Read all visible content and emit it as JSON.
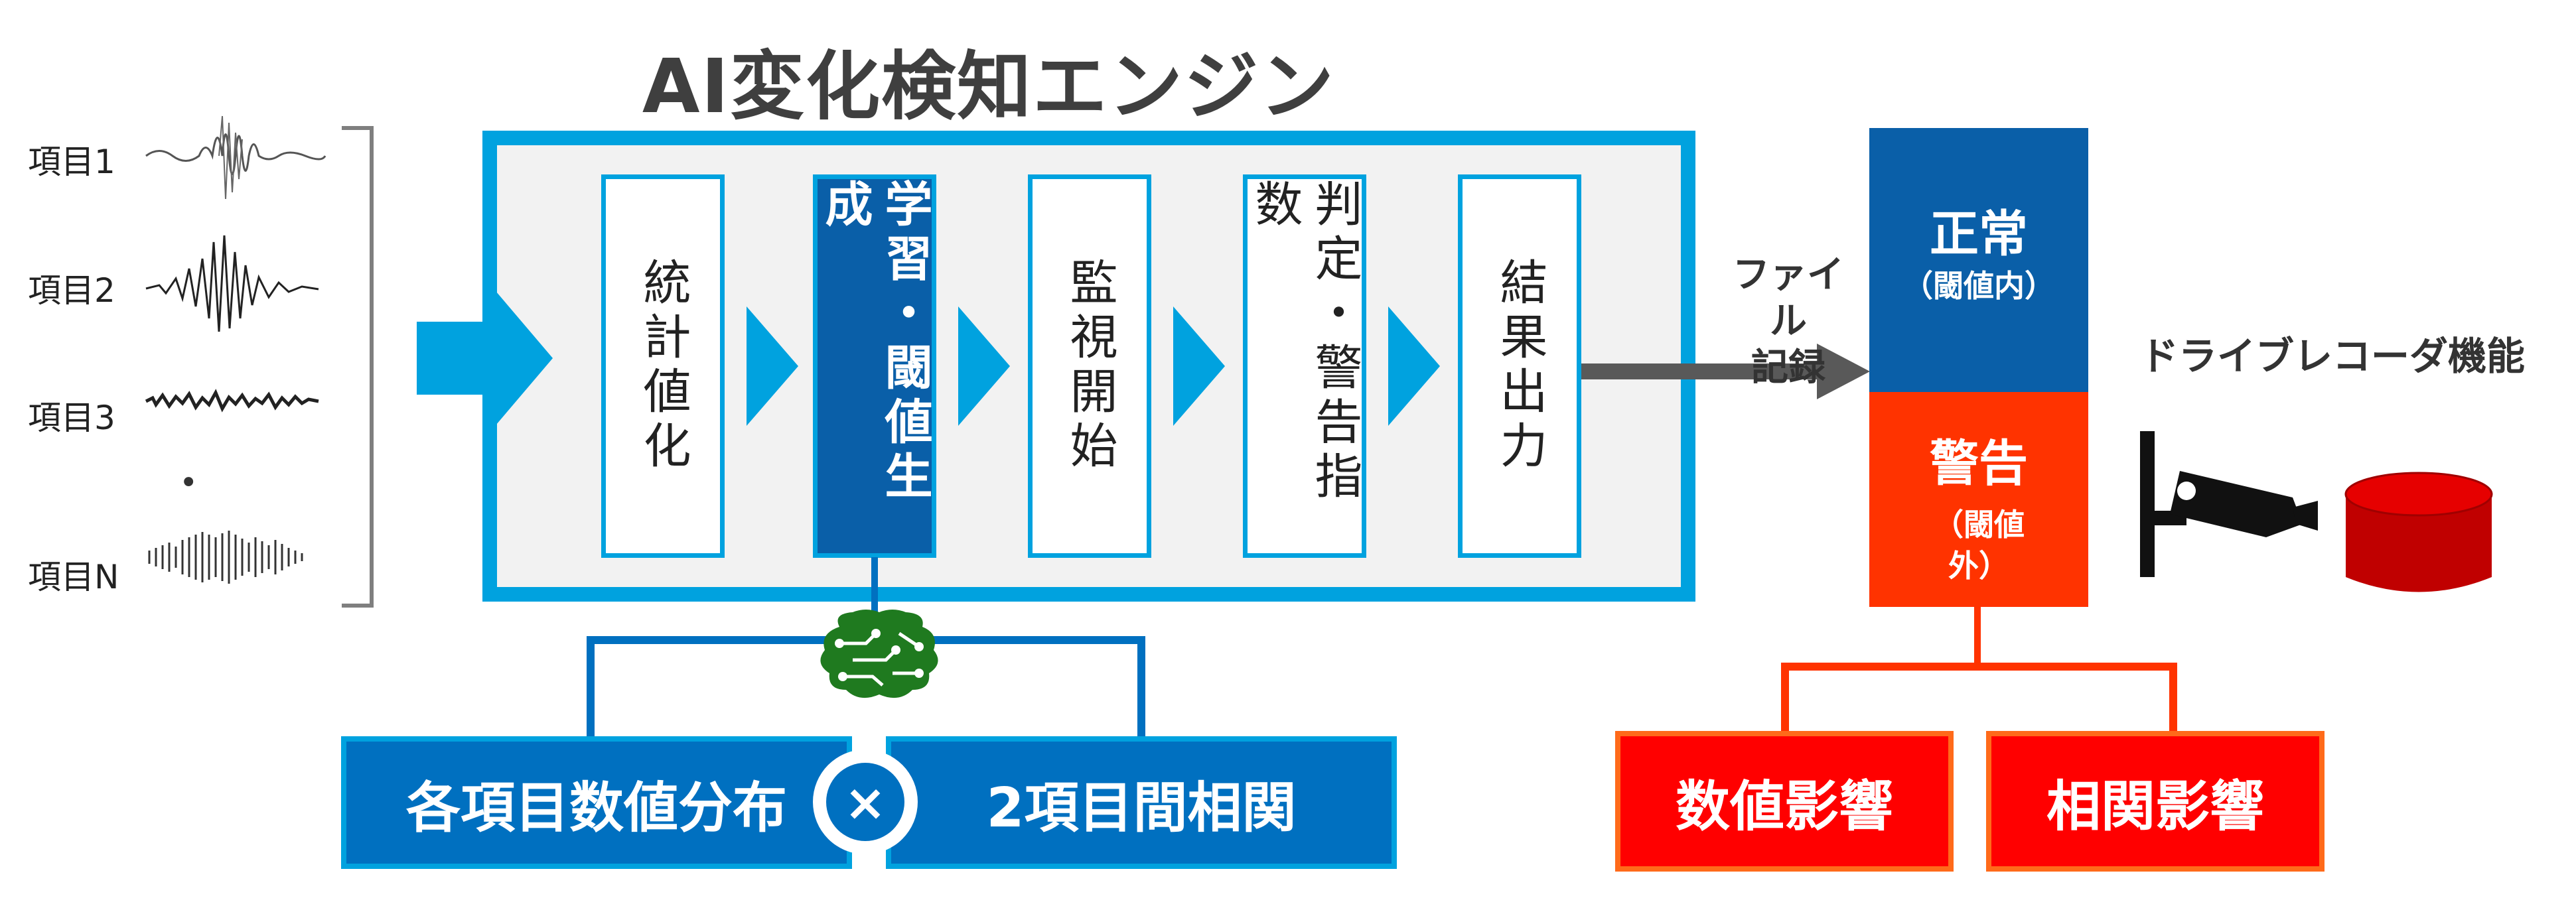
{
  "title": "AI変化検知エンジン",
  "items": [
    "項目1",
    "項目2",
    "項目3",
    "•",
    "項目N"
  ],
  "steps": [
    {
      "label": "統計値化",
      "active": false
    },
    {
      "label": "学習・閾値生成",
      "active": true
    },
    {
      "label": "監視開始",
      "active": false
    },
    {
      "label": "判定・警告指数",
      "active": false
    },
    {
      "label": "結果出力",
      "active": false
    }
  ],
  "file_record": {
    "line1": "ファイル",
    "line2": "記録"
  },
  "normal": {
    "title": "正常",
    "sub": "（閾値内）"
  },
  "alert": {
    "title": "警告",
    "sub_line1": "（閾値",
    "sub_line2": "外）"
  },
  "drive_recorder": "ドライブレコーダ機能",
  "learning_boxes": {
    "left": "各項目数値分布",
    "cross": "×",
    "right": "2項目間相関"
  },
  "impact_boxes": {
    "left": "数値影響",
    "right": "相関影響"
  },
  "icons": [
    "waveform-icon",
    "brain-circuit-icon",
    "camera-icon",
    "database-icon",
    "arrow-icon"
  ],
  "colors": {
    "accent_cyan": "#00a2df",
    "dark_blue": "#0a5fa8",
    "box_blue": "#0070c0",
    "red": "#ff0000",
    "orange_red": "#ff3300",
    "brain_green": "#1f7a1f"
  }
}
